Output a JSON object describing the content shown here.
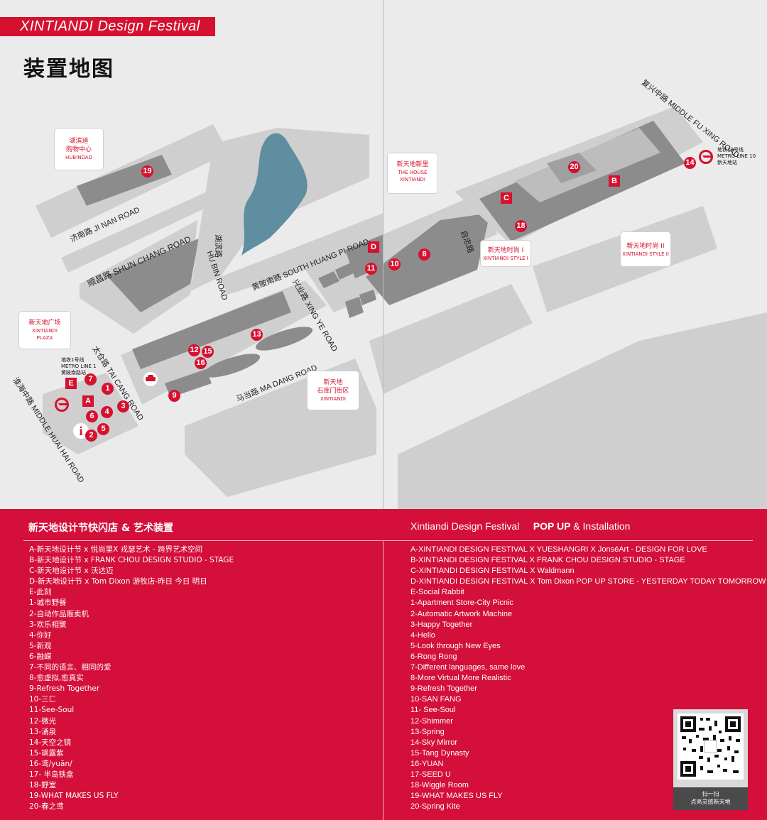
{
  "banner": "XINTIANDI Design Festival",
  "map_title": "装置地图",
  "roads": {
    "ji_nan": "济南路 JI NAN ROAD",
    "shun_chang": "顺昌路 SHUN CHANG ROAD",
    "hu_bin_zh": "湖滨路",
    "hu_bin_en": "HU BIN ROAD",
    "south_huang_pi": "黄陂南路 SOUTH HUANG PI ROAD",
    "xing_ye": "兴业路 XING YE ROAD",
    "tai_cang": "太仓路 TAI CANG ROAD",
    "ma_dang": "马当路 MA DANG ROAD",
    "middle_huai_hai": "淮海中路 MIDDLE HUAI HAI ROAD",
    "middle_fu_xing": "复兴中路 MIDDLE FU XING ROAD",
    "zi_zhong": "自忠路"
  },
  "places": {
    "hubindao": {
      "zh1": "湖滨道",
      "zh2": "购物中心",
      "en": "HUBINDAO"
    },
    "house": {
      "zh": "新天地新里",
      "en1": "THE HOUSE",
      "en2": "XINTIANDI"
    },
    "plaza": {
      "zh": "新天地广场",
      "en1": "XINTIANDI",
      "en2": "PLAZA"
    },
    "shikumen": {
      "zh1": "新天地",
      "zh2": "石库门街区",
      "en": "XINTIANDI"
    },
    "style1": {
      "zh": "新天地时尚 I",
      "en": "XINTIANDI STYLE I"
    },
    "style2": {
      "zh": "新天地时尚 II",
      "en": "XINTIANDI STYLE II"
    }
  },
  "metro": {
    "line1": {
      "l1": "地铁1号线",
      "l2": "METRO LINE 1",
      "l3": "黄陂南路站"
    },
    "line10": {
      "l1": "地铁10号线",
      "l2": "METRO LINE 10",
      "l3": "新天地站"
    }
  },
  "markers": {
    "m1": "1",
    "m2": "2",
    "m3": "3",
    "m4": "4",
    "m5": "5",
    "m6": "6",
    "m7": "7",
    "m8": "8",
    "m9": "9",
    "m10": "10",
    "m11": "11",
    "m12": "12",
    "m13": "13",
    "m14": "14",
    "m15": "15",
    "m16": "16",
    "m18": "18",
    "m19": "19",
    "m20": "20",
    "A": "A",
    "B": "B",
    "C": "C",
    "D": "D",
    "E": "E",
    "info": "i"
  },
  "legend": {
    "zh_title": "新天地设计节快闪店 & 艺术装置",
    "en_title_a": "Xintiandi Design Festival",
    "en_title_b": "POP UP",
    "en_title_c": "& Installation",
    "zh_items": [
      "A-新天地设计节 x 悦尚里X 戎瑟艺术 - 跨界艺术空间",
      "B-新天地设计节 x FRANK CHOU DESIGN STUDIO - STAGE",
      "C-新天地设计节 x 沃达迈",
      "D-新天地设计节 x Tom Dixon 游牧店-昨日 今日 明日",
      "E-此刻",
      "1-城市野餐",
      "2-自动作品贩卖机",
      "3-欢乐相聚",
      "4-你好",
      "5-新观",
      "6-融嵘",
      "7-不同的语言、相同的爱",
      "8-愈虚拟,愈真实",
      "9-Refresh Together",
      "10-三匚",
      "11-See-Soul",
      "12-微光",
      "13-涌泉",
      "14-天空之镜",
      "15-飒露紫",
      "16-鸢/yuān/",
      "17- 半岛铁盒",
      "18-野室",
      "19-WHAT MAKES US FLY",
      "20-春之鸢"
    ],
    "en_items": [
      "A-XINTIANDI DESIGN FESTIVAL X YUESHANGRI X JonséArt - DESIGN FOR LOVE",
      "B-XINTIANDI DESIGN FESTIVAL X FRANK CHOU DESIGN STUDIO - STAGE",
      "C-XINTIANDI DESIGN FESTIVAL X Waldmann",
      "D-XINTIANDI DESIGN FESTIVAL X Tom Dixon POP UP STORE - YESTERDAY TODAY TOMORROW",
      "E-Social Rabbit",
      "1-Apartment Store-City Picnic",
      "2-Automatic Artwork Machine",
      "3-Happy Together",
      "4-Hello",
      "5-Look through New Eyes",
      "6-Rong Rong",
      "7-Different languages, same love",
      "8-More Virtual More Realistic",
      "9-Refresh Together",
      "10-SAN FANG",
      "11- See-Soul",
      "12-Shimmer",
      "13-Spring",
      "14-Sky Mirror",
      "15-Tang Dynasty",
      "16-YUAN",
      "17-SEED U",
      "18-Wiggle Room",
      "19-WHAT MAKES US FLY",
      "20-Spring Kite"
    ],
    "qr_line1": "扫一扫",
    "qr_line2": "点亮灵感新天地"
  }
}
